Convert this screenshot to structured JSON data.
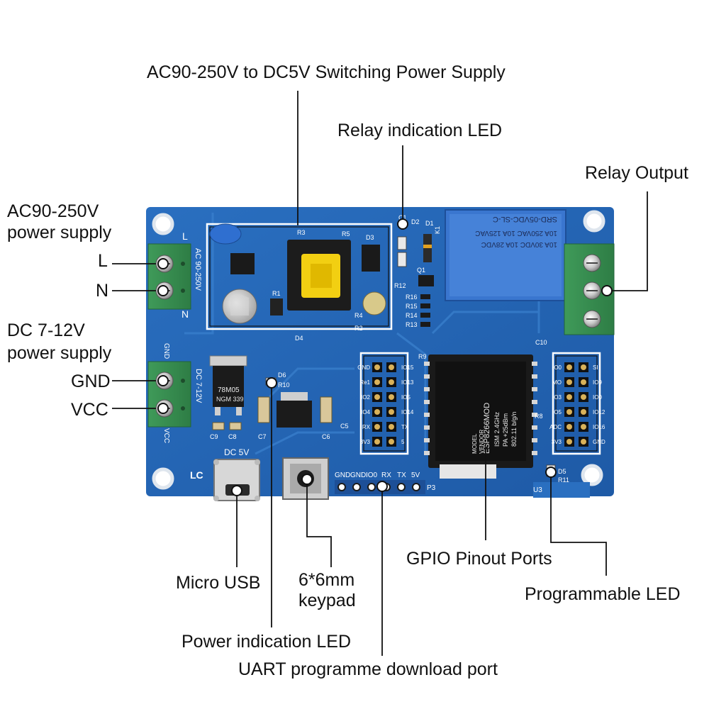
{
  "callouts": {
    "switching_power": "AC90-250V to DC5V Switching Power Supply",
    "relay_led": "Relay indication LED",
    "relay_output": "Relay Output",
    "ac_supply_line1": "AC90-250V",
    "ac_supply_line2": "power supply",
    "l": "L",
    "n": "N",
    "dc_supply_line1": "DC 7-12V",
    "dc_supply_line2": "power supply",
    "gnd": "GND",
    "vcc": "VCC",
    "micro_usb": "Micro USB",
    "keypad_line1": "6*6mm",
    "keypad_line2": "keypad",
    "power_led": "Power indication LED",
    "uart": "UART programme download port",
    "gpio": "GPIO Pinout Ports",
    "prog_led": "Programmable LED"
  },
  "board": {
    "ac_rating": "AC 90-250V",
    "l_mark": "L",
    "n_mark": "N",
    "gnd_mark": "GND",
    "dc_mark": "DC 7-12V",
    "vcc_mark": "VCC",
    "usb_mark": "DC 5V",
    "lc_mark": "LC",
    "regulator_line1": "78M05",
    "regulator_line2": "NGM 339",
    "header_labels": [
      "GND",
      "GND",
      "IO0",
      "RX",
      "TX",
      "5V"
    ],
    "header_ref": "P3",
    "esp_lines": [
      "ESP8266MOD",
      "ISM 2.4GHz",
      "PA +25dBm",
      "802.11 b/g/n"
    ],
    "esp_model": "MODEL",
    "esp_vendor": "VENDOR",
    "relay_lines": [
      "SRD-05VDC-SL-C",
      "10A 250VAC  10A 125VAC",
      "10A 30VDC  10A 28VDC"
    ],
    "left_gpio_labels": [
      "GND",
      "Re1",
      "IO2",
      "IO4",
      "RX",
      "3V3"
    ],
    "left_gpio_right": [
      "IO15",
      "IO13",
      "IO5",
      "IO14",
      "TX",
      "5"
    ],
    "right_gpio_labels": [
      "IO0",
      "MO",
      "IO3",
      "IO5",
      "ADC",
      "3V3"
    ],
    "right_gpio_right": [
      "SI",
      "IO9",
      "IO0",
      "IO12",
      "IO16",
      "GND"
    ],
    "refs": [
      "R3",
      "R5",
      "D3",
      "R1",
      "D4",
      "R4",
      "R2",
      "D2",
      "D1",
      "K1",
      "R12",
      "R16",
      "R15",
      "R14",
      "R13",
      "Q1",
      "C10",
      "R9",
      "R8",
      "D6",
      "R10",
      "C9",
      "C8",
      "C7",
      "C6",
      "C5",
      "D5",
      "R11",
      "U3",
      "C1"
    ]
  }
}
